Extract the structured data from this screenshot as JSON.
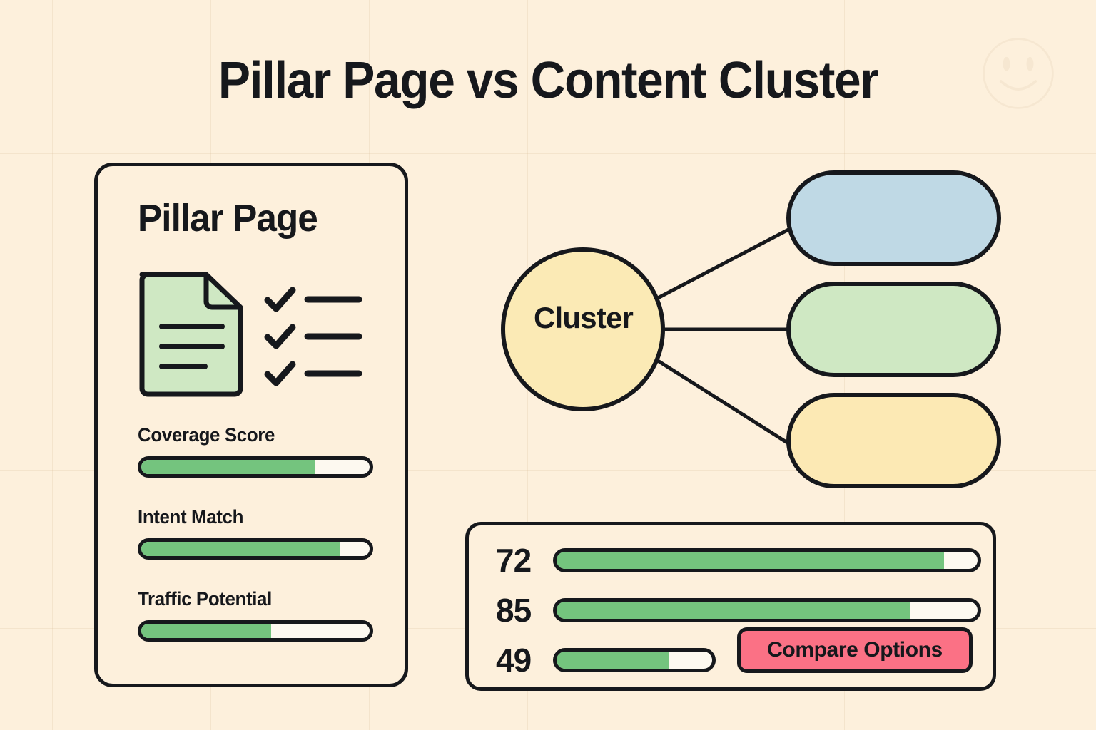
{
  "page": {
    "title": "Pillar Page vs Content Cluster",
    "background_color": "#fdf0dc",
    "ink_color": "#16181c",
    "watermark_icon": "smiley-face-icon"
  },
  "pillar_card": {
    "heading": "Pillar Page",
    "doc_icon": {
      "name": "document-icon",
      "fill_color": "#cfe8c3",
      "line_count": 3
    },
    "checklist_icon": {
      "name": "checklist-icon",
      "check_count": 3
    },
    "metrics": [
      {
        "label": "Coverage Score",
        "percent": 76,
        "fill_color": "#74c47e"
      },
      {
        "label": "Intent Match",
        "percent": 87,
        "fill_color": "#74c47e"
      },
      {
        "label": "Traffic Potential",
        "percent": 57,
        "fill_color": "#74c47e"
      }
    ]
  },
  "cluster_diagram": {
    "hub_label": "Cluster",
    "hub_fill": "#fbeab5",
    "nodes": [
      {
        "name": "cluster-node-blue",
        "fill": "#bfd9e5",
        "label": ""
      },
      {
        "name": "cluster-node-green",
        "fill": "#cfe8c3",
        "label": ""
      },
      {
        "name": "cluster-node-yellow",
        "fill": "#fce9b4",
        "label": ""
      }
    ],
    "edge_count": 3
  },
  "stats_panel": {
    "rows": [
      {
        "value": "72",
        "percent": 92,
        "track_width": 600
      },
      {
        "value": "85",
        "percent": 84,
        "track_width": 600
      },
      {
        "value": "49",
        "percent": 72,
        "track_width": 228
      }
    ],
    "fill_color": "#74c47e",
    "button": {
      "label": "Compare Options",
      "background": "#fb7185"
    }
  },
  "chart_data": {
    "type": "bar",
    "title": "Pillar Page vs Content Cluster",
    "charts": [
      {
        "name": "pillar-page-metrics",
        "type": "bar",
        "orientation": "horizontal",
        "categories": [
          "Coverage Score",
          "Intent Match",
          "Traffic Potential"
        ],
        "values": [
          76,
          87,
          57
        ],
        "ylim": [
          0,
          100
        ],
        "grid": false,
        "legend": "none",
        "xlabel": "",
        "ylabel": ""
      },
      {
        "name": "stats-panel-scores",
        "type": "bar",
        "orientation": "horizontal",
        "categories": [
          "72",
          "85",
          "49"
        ],
        "values": [
          72,
          85,
          49
        ],
        "ylim": [
          0,
          100
        ],
        "grid": false,
        "legend": "none",
        "xlabel": "",
        "ylabel": ""
      }
    ]
  }
}
